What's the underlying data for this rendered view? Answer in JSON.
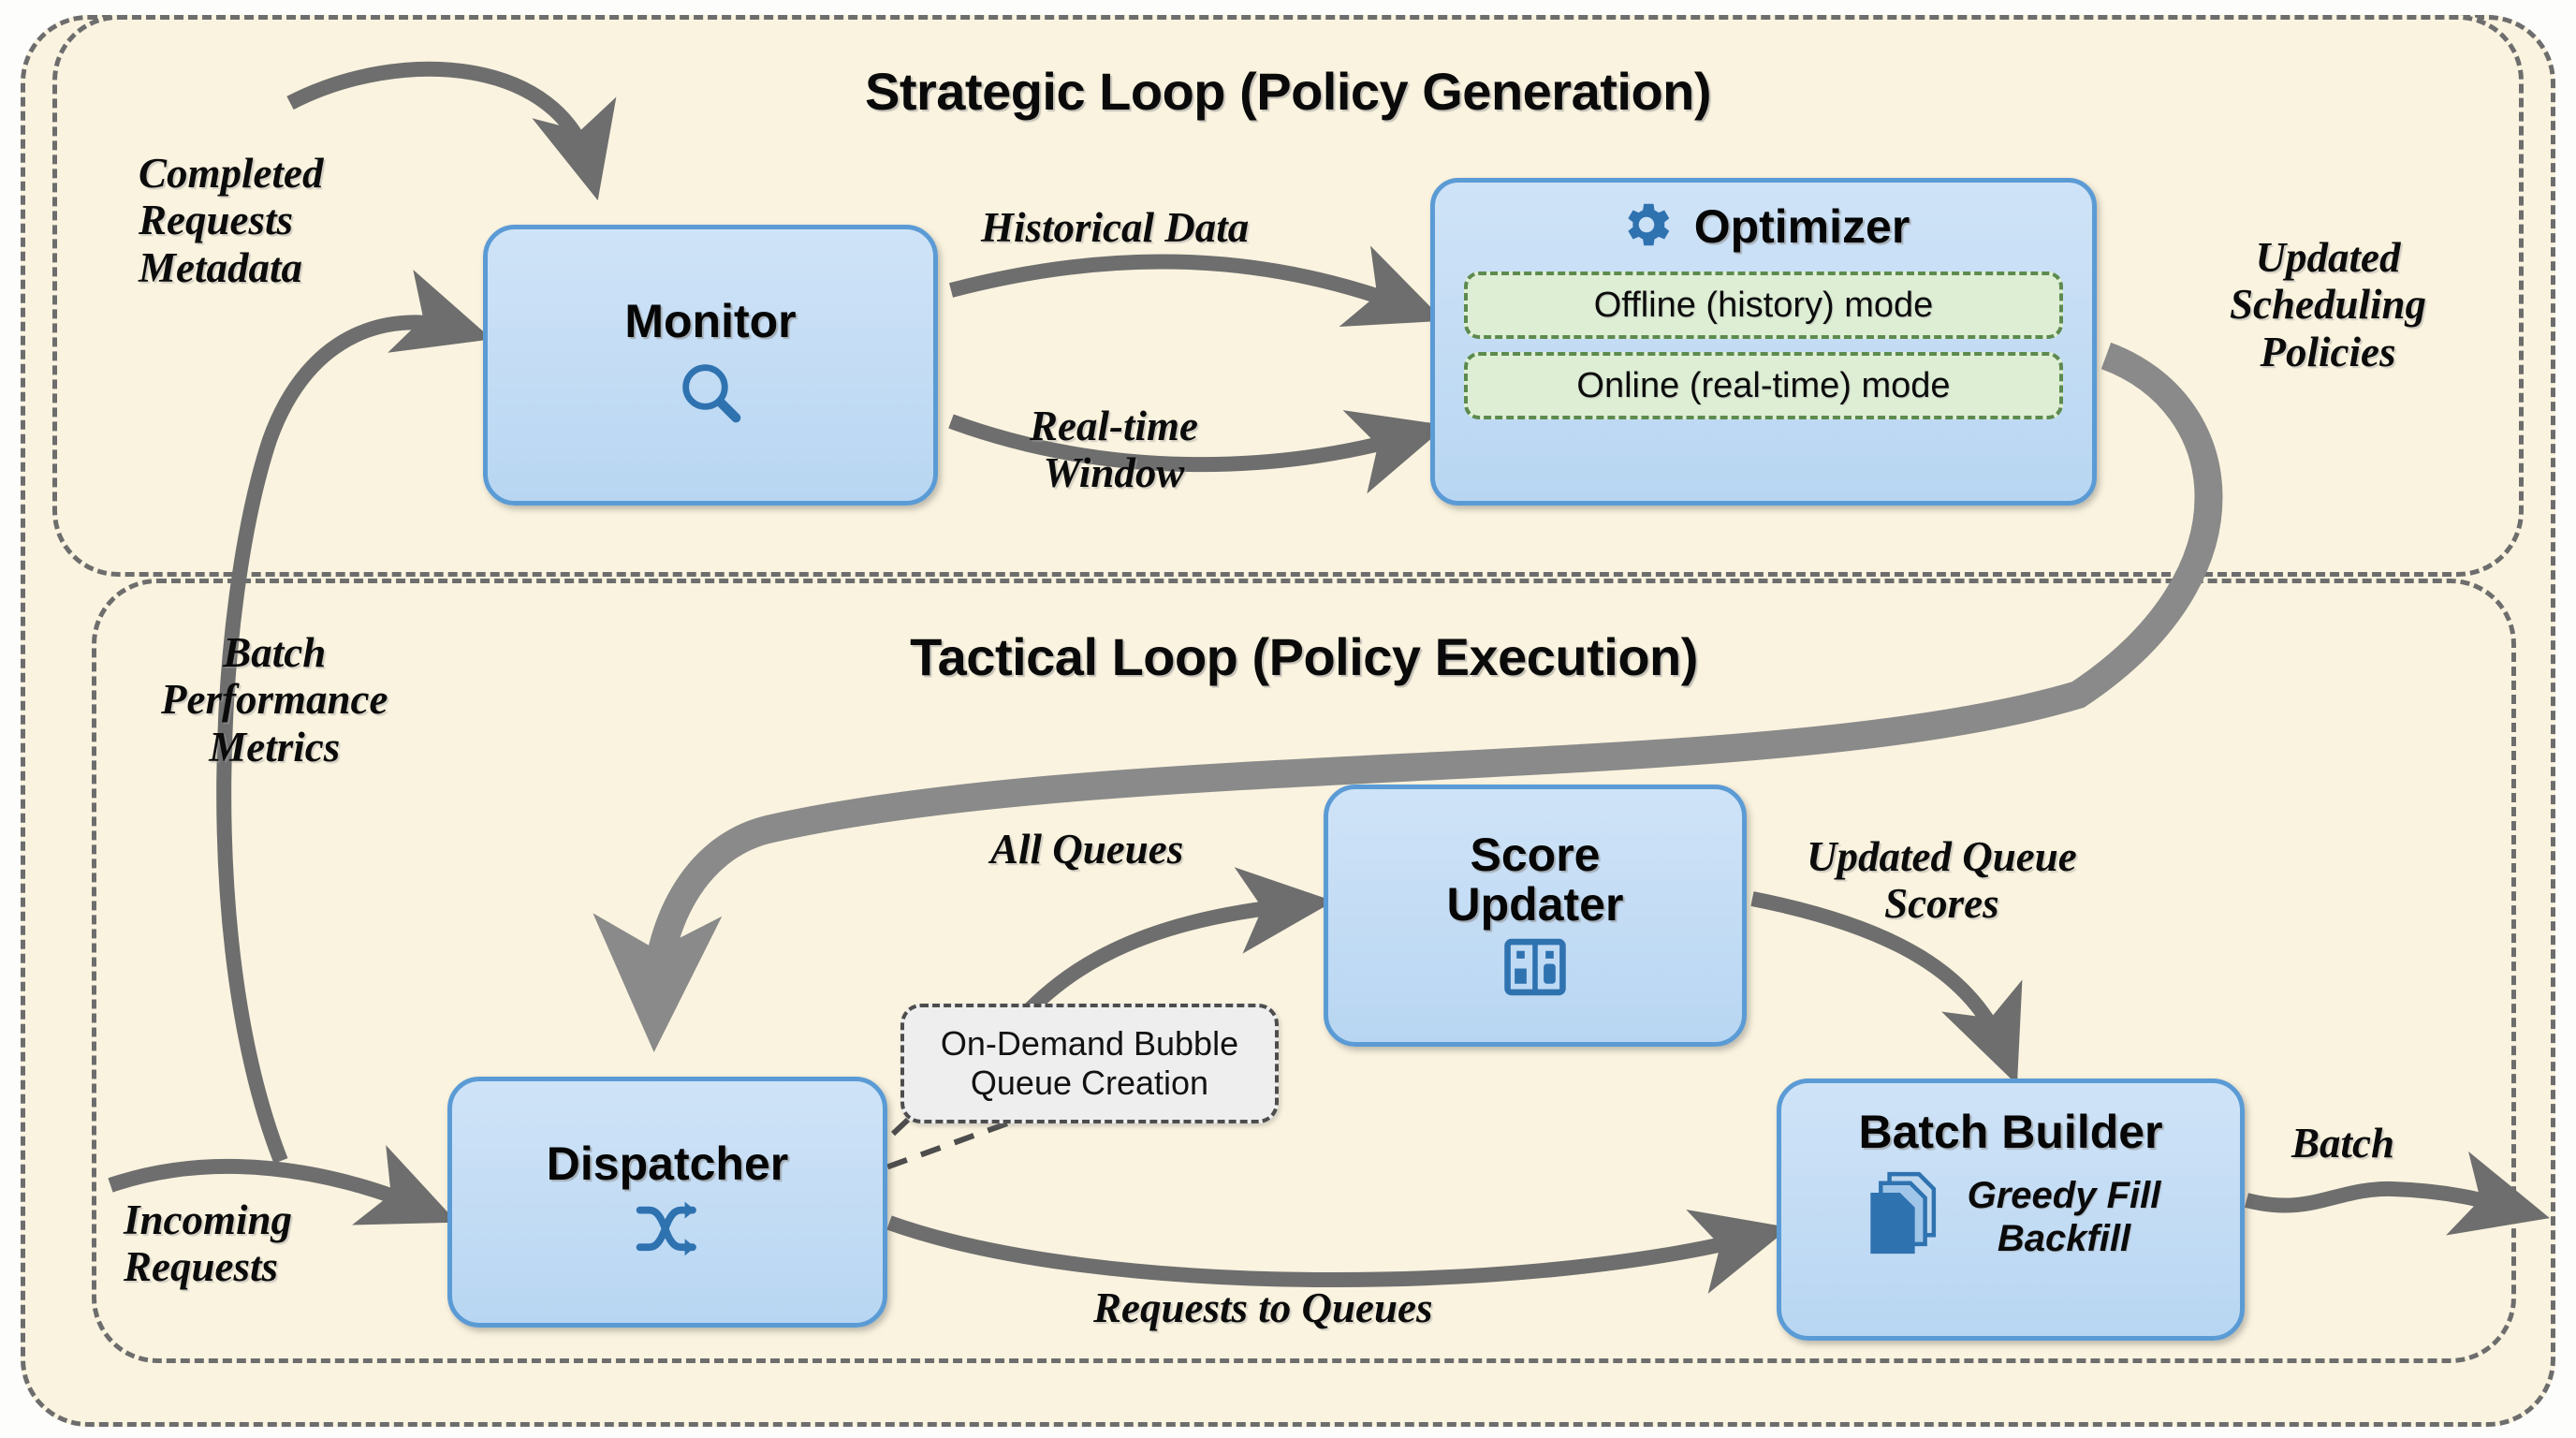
{
  "panels": {
    "strategic": {
      "title": "Strategic Loop (Policy Generation)"
    },
    "tactical": {
      "title": "Tactical Loop (Policy Execution)"
    }
  },
  "nodes": {
    "monitor": {
      "title": "Monitor",
      "icon": "magnifier-icon"
    },
    "optimizer": {
      "title": "Optimizer",
      "icon": "gear-icon",
      "modes": [
        "Offline (history) mode",
        "Online (real-time) mode"
      ]
    },
    "score_updater": {
      "title_line1": "Score",
      "title_line2": "Updater",
      "icon": "sliders-icon"
    },
    "dispatcher": {
      "title": "Dispatcher",
      "icon": "shuffle-icon"
    },
    "batch_builder": {
      "title": "Batch Builder",
      "icon": "documents-icon",
      "algo_line1": "Greedy Fill",
      "algo_line2": "Backfill"
    }
  },
  "callout": {
    "line1": "On-Demand Bubble",
    "line2": "Queue Creation"
  },
  "edges": {
    "completed_requests_metadata": "Completed\nRequests\nMetadata",
    "historical_data": "Historical Data",
    "real_time_window": "Real-time\nWindow",
    "updated_scheduling_policies": "Updated\nScheduling\nPolicies",
    "batch_performance_metrics": "Batch\nPerformance\nMetrics",
    "all_queues": "All Queues",
    "updated_queue_scores": "Updated Queue\nScores",
    "incoming_requests": "Incoming\nRequests",
    "requests_to_queues": "Requests to Queues",
    "batch": "Batch"
  },
  "colors": {
    "panel_bg": "#faf3df",
    "panel_border": "#6d6d6d",
    "node_fill_top": "#cfe3f7",
    "node_fill_bottom": "#b8d6f2",
    "node_border": "#5b9bd5",
    "mode_fill": "#ddeed4",
    "mode_border": "#5d8a4e",
    "arrow": "#6e6e6e",
    "icon_blue": "#2f72b0"
  }
}
